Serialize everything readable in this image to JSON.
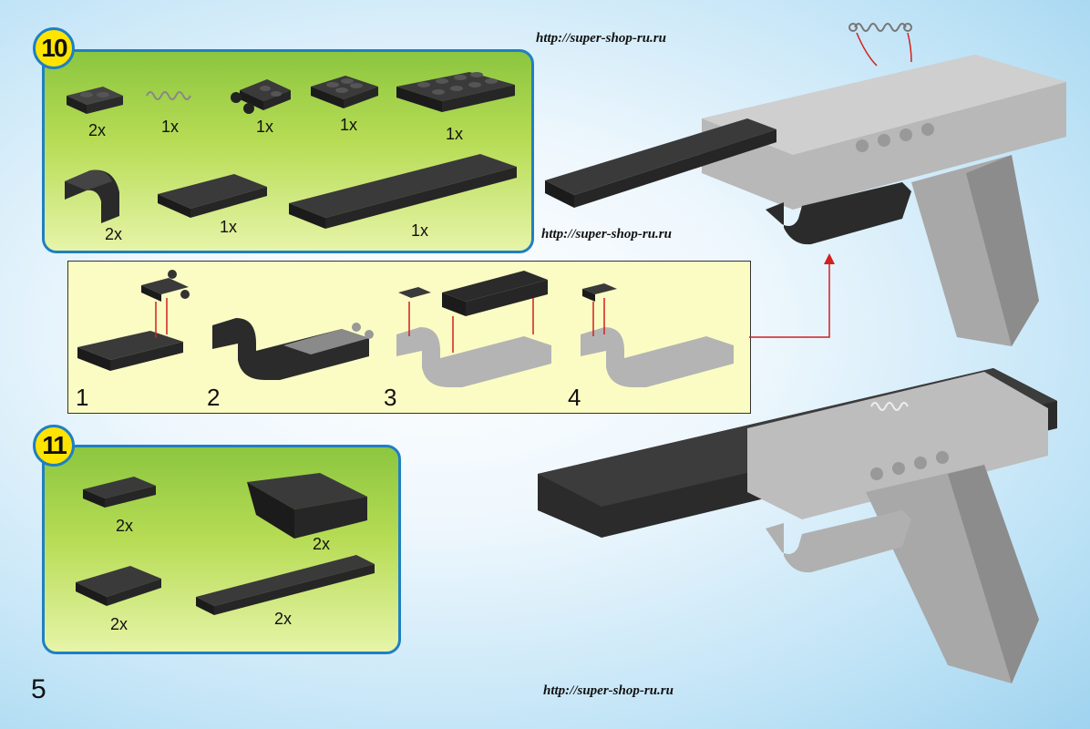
{
  "watermark": {
    "url_top": "http://super-shop-ru.ru",
    "url_mid": "http://super-shop-ru.ru",
    "url_bottom": "http://super-shop-ru.ru"
  },
  "page_number": "5",
  "step10": {
    "number": "10",
    "parts": [
      {
        "name": "plate-1x2",
        "qty": "2x"
      },
      {
        "name": "spring",
        "qty": "1x"
      },
      {
        "name": "plate-with-clips",
        "qty": "1x"
      },
      {
        "name": "plate-2x2",
        "qty": "1x"
      },
      {
        "name": "plate-2x4",
        "qty": "1x"
      },
      {
        "name": "curved-slope",
        "qty": "2x"
      },
      {
        "name": "tile-2x4",
        "qty": "1x"
      },
      {
        "name": "plate-2x12",
        "qty": "1x"
      }
    ]
  },
  "substeps": {
    "labels": [
      "1",
      "2",
      "3",
      "4"
    ]
  },
  "step11": {
    "number": "11",
    "parts": [
      {
        "name": "plate-1x3",
        "qty": "2x"
      },
      {
        "name": "inverted-slope",
        "qty": "2x"
      },
      {
        "name": "plate-2x3",
        "qty": "2x"
      },
      {
        "name": "plate-1x8",
        "qty": "2x"
      }
    ]
  },
  "colors": {
    "panel_border": "#1f7fc4",
    "step_badge": "#ffe400",
    "brick_dark": "#2b2b2b",
    "brick_grey": "#9c9c9c",
    "arrow": "#d21f1f",
    "substep_bg": "#fbfcc4"
  }
}
